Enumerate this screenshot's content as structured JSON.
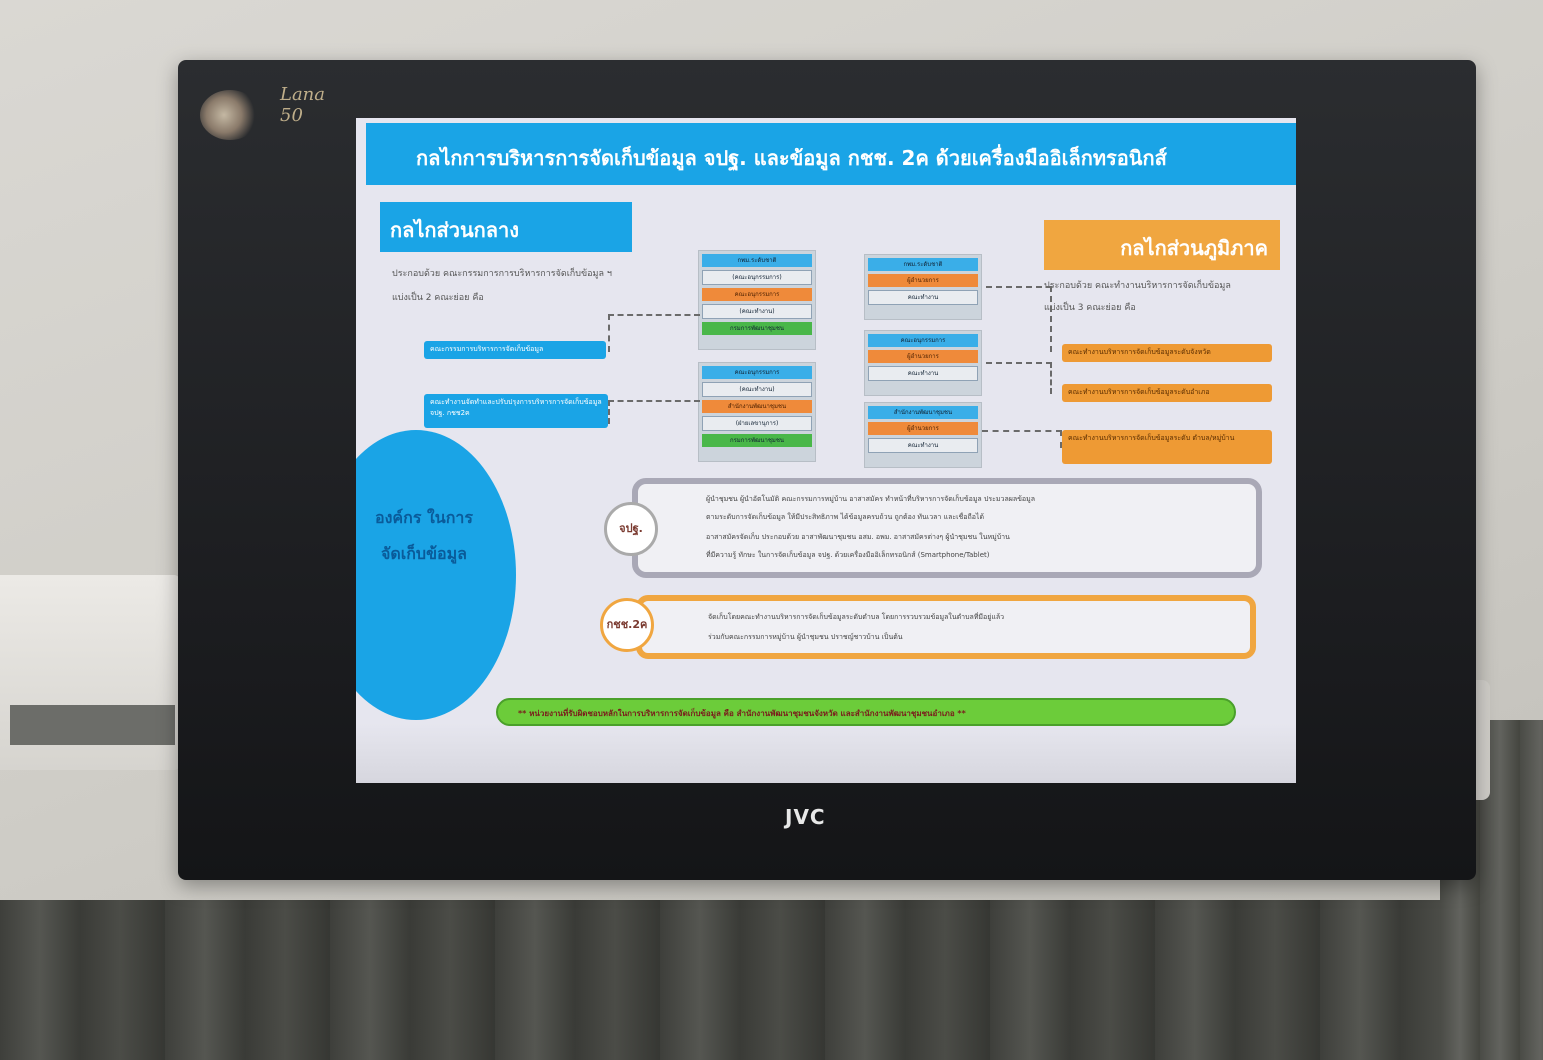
{
  "tv": {
    "brand": "JVC",
    "corner_logo_text": "Lana 50"
  },
  "slide": {
    "title": "กลไกการบริหารการจัดเก็บข้อมูล จปฐ. และข้อมูล กชช. 2ค ด้วยเครื่องมืออิเล็กทรอนิกส์",
    "central_title": "กลไกส่วนกลาง",
    "regional_title": "กลไกส่วนภูมิภาค",
    "central_desc_1": "ประกอบด้วย คณะกรรมการการบริหารการจัดเก็บข้อมูล ฯ",
    "central_desc_2": "แบ่งเป็น 2 คณะย่อย คือ",
    "regional_desc_1": "ประกอบด้วย คณะทำงานบริหารการจัดเก็บข้อมูล",
    "regional_desc_2": "แบ่งเป็น 3 คณะย่อย คือ",
    "central_pills": [
      "คณะกรรมการบริหารการจัดเก็บข้อมูล",
      "คณะทำงานจัดทำและปรับปรุงการบริหารการจัดเก็บข้อมูล จปฐ. กชช2ค"
    ],
    "regional_pills": [
      "คณะทำงานบริหารการจัดเก็บข้อมูลระดับจังหวัด",
      "คณะทำงานบริหารการจัดเก็บข้อมูลระดับอำเภอ",
      "คณะทำงานบริหารการจัดเก็บข้อมูลระดับ ตำบล/หมู่บ้าน"
    ],
    "org_circle": "องค์กร ในการ จัดเก็บข้อมูล",
    "jpt_badge": "จปฐ.",
    "jpt_line_1": "ผู้นำชุมชน ผู้นำอัตโนมัติ คณะกรรมการหมู่บ้าน อาสาสมัคร ทำหน้าที่บริหารการจัดเก็บข้อมูล ประมวลผลข้อมูล",
    "jpt_line_2": "ตามระดับการจัดเก็บข้อมูล ให้มีประสิทธิภาพ ได้ข้อมูลครบถ้วน ถูกต้อง ทันเวลา และเชื่อถือได้",
    "jpt_line_3": "อาสาสมัครจัดเก็บ ประกอบด้วย อาสาพัฒนาชุมชน อสม. อพม. อาสาสมัครต่างๆ ผู้นำชุมชน ในหมู่บ้าน",
    "jpt_line_4": "ที่มีความรู้ ทักษะ ในการจัดเก็บข้อมูล จปฐ. ด้วยเครื่องมืออิเล็กทรอนิกส์ (Smartphone/Tablet)",
    "kchc_badge": "กชช.2ค",
    "kchc_line_1": "จัดเก็บโดยคณะทำงานบริหารการจัดเก็บข้อมูลระดับตำบล โดยการรวบรวมข้อมูลในตำบลที่มีอยู่แล้ว",
    "kchc_line_2": "ร่วมกับคณะกรรมการหมู่บ้าน ผู้นำชุมชน ปราชญ์ชาวบ้าน เป็นต้น",
    "green_note": "** หน่วยงานที่รับผิดชอบหลักในการบริหารการจัดเก็บข้อมูล คือ สำนักงานพัฒนาชุมชนจังหวัด และสำนักงานพัฒนาชุมชนอำเภอ **",
    "stack_labels": [
      "กพม.ระดับชาติ",
      "(คณะอนุกรรมการ)",
      "คณะอนุกรรมการ",
      "(คณะทำงาน)",
      "กรมการพัฒนาชุมชน",
      "คณะอนุกรรมการ",
      "(คณะทำงาน)",
      "สำนักงานพัฒนาชุมชน",
      "(ฝ่ายเลขานุการ)",
      "ผู้อำนวยการ",
      "คณะทำงาน"
    ]
  }
}
